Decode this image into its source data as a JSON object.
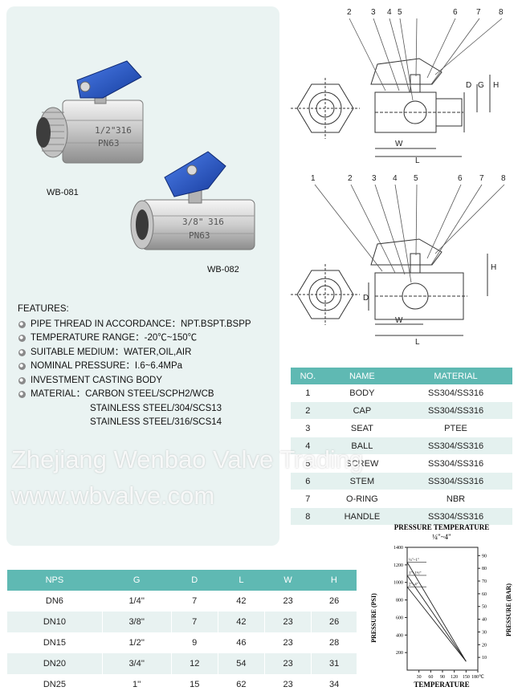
{
  "captions": {
    "photo1": "WB-081",
    "photo2": "WB-082"
  },
  "photo1_marks": {
    "size": "1/2\"",
    "material": "316",
    "pressure": "PN63"
  },
  "photo2_marks": {
    "size": "3/8\"",
    "material": "316",
    "pressure": "PN63"
  },
  "features": {
    "heading": "FEATURES:",
    "items": [
      "PIPE THREAD IN ACCORDANCE：NPT.BSPT.BSPP",
      "TEMPERATURE RANGE：-20℃~150℃",
      "SUITABLE MEDIUM：WATER,OIL,AIR",
      "NOMINAL PRESSURE：I.6~6.4MPa",
      "INVESTMENT CASTING BODY",
      "MATERIAL：CARBON  STEEL/SCPH2/WCB"
    ],
    "material_continuation": [
      "STAINLESS STEEL/304/SCS13",
      "STAINLESS STEEL/316/SCS14"
    ]
  },
  "watermark": {
    "line1": "Zhejiang Wenbao Valve Trading",
    "line2": "www.wbvalve.com"
  },
  "drawing_labels": {
    "numbers": [
      "1",
      "2",
      "3",
      "4",
      "5",
      "6",
      "7",
      "8"
    ],
    "dims_top": [
      "G",
      "D",
      "H",
      "W",
      "L"
    ],
    "dims_bottom": [
      "H",
      "D",
      "W",
      "L"
    ]
  },
  "parts_table": {
    "headers": [
      "NO.",
      "NAME",
      "MATERIAL"
    ],
    "rows": [
      [
        "1",
        "BODY",
        "SS304/SS316"
      ],
      [
        "2",
        "CAP",
        "SS304/SS316"
      ],
      [
        "3",
        "SEAT",
        "PTEE"
      ],
      [
        "4",
        "BALL",
        "SS304/SS316"
      ],
      [
        "5",
        "SCREW",
        "SS304/SS316"
      ],
      [
        "6",
        "STEM",
        "SS304/SS316"
      ],
      [
        "7",
        "O-RING",
        "NBR"
      ],
      [
        "8",
        "HANDLE",
        "SS304/SS316"
      ]
    ]
  },
  "dims_table": {
    "headers": [
      "NPS",
      "G",
      "D",
      "L",
      "W",
      "H"
    ],
    "rows": [
      [
        "DN6",
        "1/4''",
        "7",
        "42",
        "23",
        "26"
      ],
      [
        "DN10",
        "3/8''",
        "7",
        "42",
        "23",
        "26"
      ],
      [
        "DN15",
        "1/2''",
        "9",
        "46",
        "23",
        "28"
      ],
      [
        "DN20",
        "3/4''",
        "12",
        "54",
        "23",
        "31"
      ],
      [
        "DN25",
        "1''",
        "15",
        "62",
        "23",
        "34"
      ]
    ]
  },
  "colors": {
    "accent": "#5fb9b3",
    "panel": "#eaf3f2",
    "handle": "#1f4fbf"
  },
  "chart_data": {
    "type": "line",
    "title": "PRESSURE TEMPERATURE",
    "subtitle": "¼\"~4\"",
    "xlabel": "TEMPERATURE",
    "ylabel": "PRESSURE (PSI)",
    "y2label": "PRESSURE (BAR)",
    "x_ticks": [
      "30",
      "60",
      "90",
      "120",
      "150",
      "180℃"
    ],
    "y_ticks": [
      "200",
      "400",
      "600",
      "800",
      "1000",
      "1200",
      "1400"
    ],
    "y2_ticks": [
      "10",
      "20",
      "30",
      "40",
      "50",
      "60",
      "70",
      "80",
      "90"
    ],
    "xlim": [
      0,
      180
    ],
    "ylim": [
      0,
      1400
    ],
    "series": [
      {
        "name": "¼\"~1\"",
        "x": [
          0,
          150
        ],
        "y": [
          1230,
          100
        ]
      },
      {
        "name": "1\"~1½\"",
        "x": [
          0,
          150
        ],
        "y": [
          1080,
          100
        ]
      },
      {
        "name": "2\"~4\"",
        "x": [
          0,
          150
        ],
        "y": [
          950,
          100
        ]
      }
    ]
  }
}
